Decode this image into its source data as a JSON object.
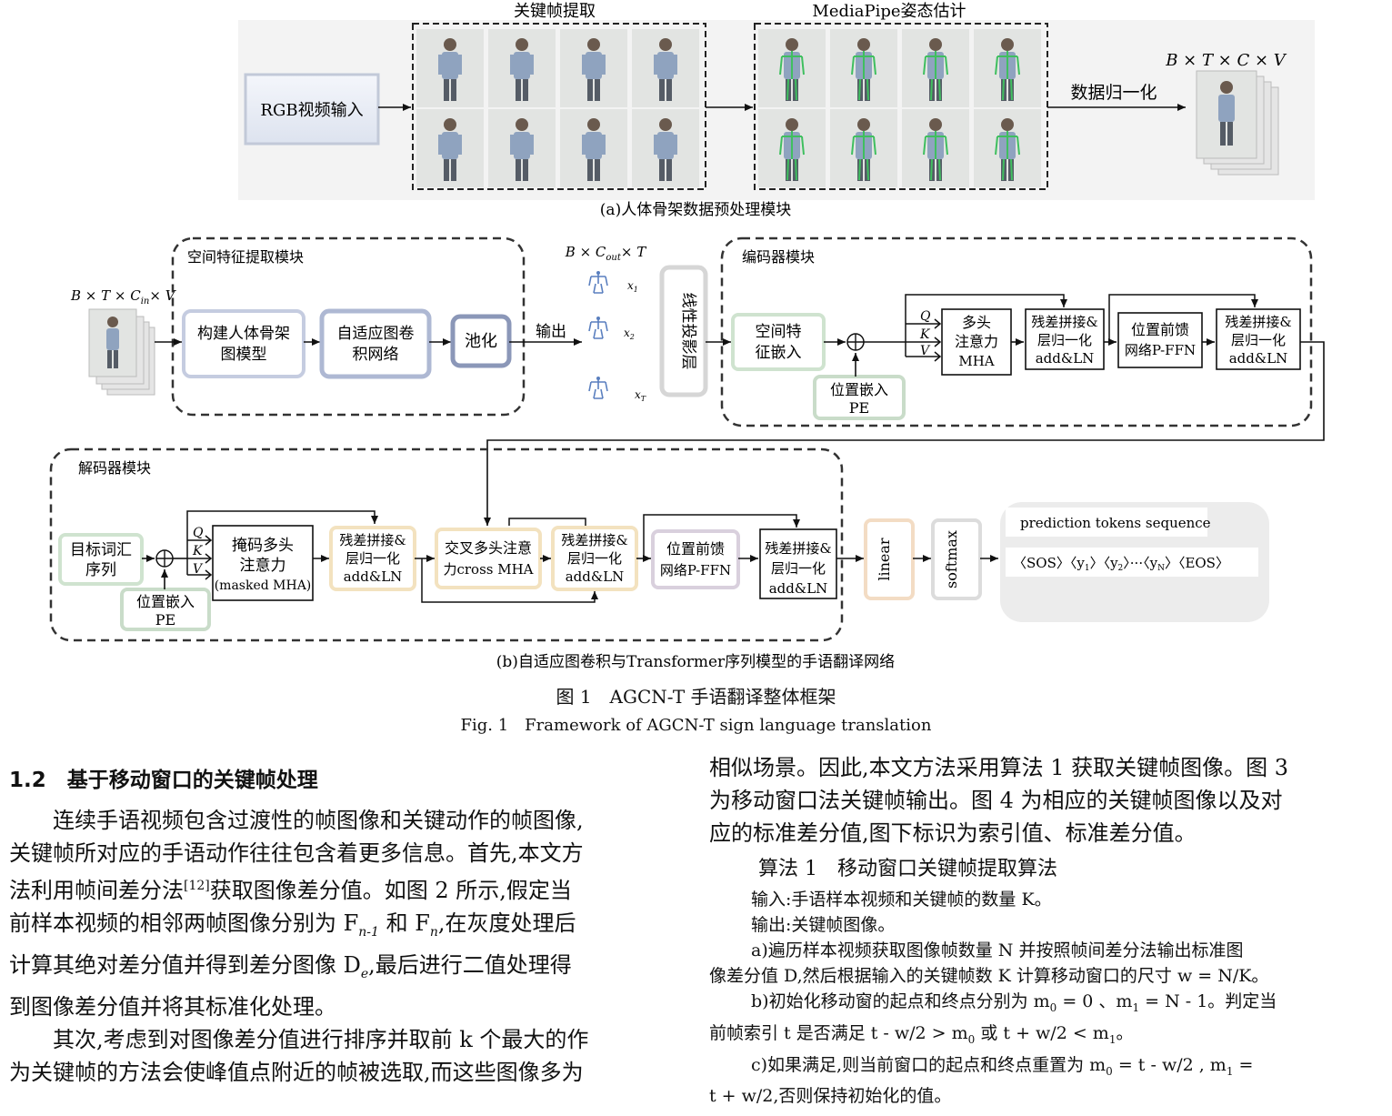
{
  "figure": {
    "panel_a": {
      "label_keyframe": "关键帧提取",
      "label_mediapipe": "MediaPipe姿态估计",
      "rgb_input": "RGB视频输入",
      "normalize": "数据归一化",
      "dims": "B × T × C × V",
      "caption": "(a)人体骨架数据预处理模块"
    },
    "panel_b": {
      "spatial_module": "空间特征提取模块",
      "input_dims": "B × T × C",
      "input_dims_sub": "in",
      "input_dims_tail": "× V",
      "build_skeleton": [
        "构建人体骨架",
        "图模型"
      ],
      "adaptive_gcn": [
        "自适应图卷",
        "积网络"
      ],
      "pool": "池化",
      "output": "输出",
      "out_dims": "B × C",
      "out_dims_sub": "out",
      "out_dims_tail": "× T",
      "x1": "x",
      "x1_sub": "1",
      "x2": "x",
      "x2_sub": "2",
      "xT": "x",
      "xT_sub": "T",
      "linear_proj": "线性投影层",
      "encoder_module": "编码器模块",
      "spatial_embed": [
        "空间特",
        "征嵌入"
      ],
      "pos_embed": [
        "位置嵌入",
        "PE"
      ],
      "q": "Q",
      "k": "K",
      "v": "V",
      "mha": [
        "多头",
        "注意力",
        "MHA"
      ],
      "addln": [
        "残差拼接&",
        "层归一化",
        "add&LN"
      ],
      "ffn": [
        "位置前馈",
        "网络P-FFN"
      ],
      "decoder_module": "解码器模块",
      "target_vocab": [
        "目标词汇",
        "序列"
      ],
      "masked_mha": [
        "掩码多头",
        "注意力",
        "(masked MHA)"
      ],
      "cross_mha": [
        "交叉多头注意",
        "力cross MHA"
      ],
      "linear": "linear",
      "softmax": "softmax",
      "pred_title": "prediction tokens sequence",
      "pred_seq": "〈SOS〉〈y",
      "pred_seq_1": "1",
      "pred_seq_mid": "〉〈y",
      "pred_seq_2": "2",
      "pred_seq_mid2": "〉···〈y",
      "pred_seq_n": "N",
      "pred_seq_end": "〉〈EOS〉",
      "caption": "(b)自适应图卷积与Transformer序列模型的手语翻译网络"
    },
    "caption_cn": "图 1　AGCN-T 手语翻译整体框架",
    "caption_en": "Fig. 1　Framework of AGCN-T sign language translation"
  },
  "section": {
    "title": "1.2　基于移动窗口的关键帧处理",
    "para1_lines": [
      "连续手语视频包含过渡性的帧图像和关键动作的帧图像,",
      "关键帧所对应的手语动作往往包含着更多信息。首先,本文方",
      "法利用帧间差分法[12]获取图像差分值。如图 2 所示,假定当",
      "前样本视频的相邻两帧图像分别为 F",
      "计算其绝对差分值并得到差分图像 D",
      "到图像差分值并将其标准化处理。"
    ],
    "p1_l4_a": "前样本视频的相邻两帧图像分别为 F",
    "p1_l4_sub1": "n-1",
    "p1_l4_b": "和 F",
    "p1_l4_sub2": "n",
    "p1_l4_c": ",在灰度处理后",
    "p1_l5_a": "计算其绝对差分值并得到差分图像 D",
    "p1_l5_sub": "e",
    "p1_l5_b": ",最后进行二值处理得",
    "p1_l3_a": "法利用帧间差分法",
    "p1_l3_ref": "[12]",
    "p1_l3_b": "获取图像差分值。如图 2 所示,假定当",
    "para2_l1": "其次,考虑到对图像差分值进行排序并取前 k 个最大的作",
    "para2_l2": "为关键帧的方法会使峰值点附近的帧被选取,而这些图像多为"
  },
  "right_col": {
    "lines": [
      "相似场景。因此,本文方法采用算法 1 获取关键帧图像。图 3",
      "为移动窗口法关键帧输出。图 4 为相应的关键帧图像以及对",
      "应的标准差分值,图下标识为索引值、标准差分值。"
    ],
    "algo_title": "算法 1　移动窗口关键帧提取算法",
    "algo_input": "输入:手语样本视频和关键帧的数量 K。",
    "algo_output": "输出:关键帧图像。",
    "algo_a1": "a)遍历样本视频获取图像帧数量 N 并按照帧间差分法输出标准图",
    "algo_a2": "像差分值 D,然后根据输入的关键帧数 K 计算移动窗口的尺寸 w = N/K。",
    "algo_b1": "b)初始化移动窗的起点和终点分别为 m",
    "algo_b1_rest": "= 0 、m",
    "algo_b1_end": "= N - 1。判定当",
    "algo_b2": "前帧索引 t 是否满足 t - w/2 > m",
    "algo_b2_mid": "或 t + w/2 < m",
    "algo_b2_end": "。",
    "algo_c1": "c)如果满足,则当前窗口的起点和终点重置为 m",
    "algo_c1_mid": "= t - w/2 , m",
    "algo_c1_end": "=",
    "algo_c2": "t + w/2,否则保持初始化的值。",
    "sub0": "0",
    "sub1": "1"
  }
}
